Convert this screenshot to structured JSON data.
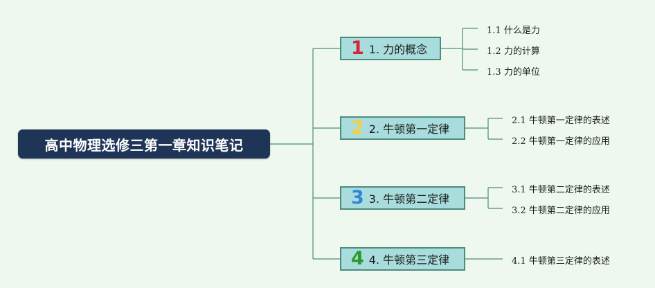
{
  "root": {
    "title": "高中物理选修三第一章知识笔记"
  },
  "theme": {
    "line_color": "#4d8b7e",
    "root_bg": "#1f3557",
    "node_bg": "#a9dcdc"
  },
  "branches": [
    {
      "badge": "1",
      "badge_color": "#d6263a",
      "label": "1. 力的概念",
      "children": [
        {
          "num": "1.1",
          "text": "什么是力"
        },
        {
          "num": "1.2",
          "text": "力的计算"
        },
        {
          "num": "1.3",
          "text": "力的单位"
        }
      ]
    },
    {
      "badge": "2",
      "badge_color": "#f4cf45",
      "label": "2. 牛顿第一定律",
      "children": [
        {
          "num": "2.1",
          "text": "牛顿第一定律的表述"
        },
        {
          "num": "2.2",
          "text": "牛顿第一定律的应用"
        }
      ]
    },
    {
      "badge": "3",
      "badge_color": "#2f86d6",
      "label": "3. 牛顿第二定律",
      "children": [
        {
          "num": "3.1",
          "text": "牛顿第二定律的表述"
        },
        {
          "num": "3.2",
          "text": "牛顿第二定律的应用"
        }
      ]
    },
    {
      "badge": "4",
      "badge_color": "#2a9a2f",
      "label": "4. 牛顿第三定律",
      "children": [
        {
          "num": "4.1",
          "text": "牛顿第三定律的表述"
        }
      ]
    }
  ]
}
